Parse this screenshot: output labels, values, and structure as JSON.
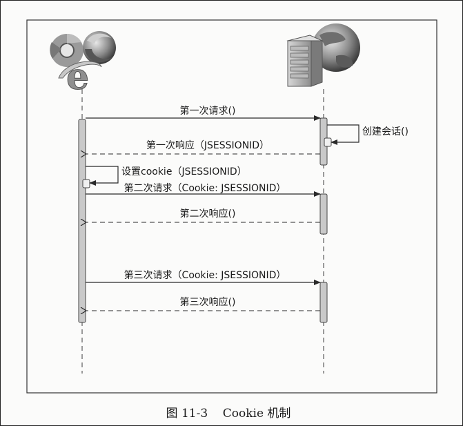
{
  "figure": {
    "caption": "图 11-3    Cookie 机制"
  },
  "participants": [
    {
      "id": "browser",
      "icons": [
        "chrome-icon",
        "firefox-icon",
        "internet-explorer-icon"
      ]
    },
    {
      "id": "server",
      "icons": [
        "server-tower-icon",
        "globe-icon"
      ]
    }
  ],
  "messages": [
    {
      "from": "browser",
      "to": "server",
      "kind": "request",
      "label": "第一次请求()"
    },
    {
      "from": "server",
      "to": "server",
      "kind": "self-call",
      "label": "创建会话()"
    },
    {
      "from": "server",
      "to": "browser",
      "kind": "response",
      "label": "第一次响应（JSESSIONID）"
    },
    {
      "from": "browser",
      "to": "browser",
      "kind": "self-call",
      "label": "设置cookie（JSESSIONID）"
    },
    {
      "from": "browser",
      "to": "server",
      "kind": "request",
      "label": "第二次请求（Cookie: JSESSIONID）"
    },
    {
      "from": "server",
      "to": "browser",
      "kind": "response",
      "label": "第二次响应()"
    },
    {
      "from": "browser",
      "to": "server",
      "kind": "request",
      "label": "第三次请求（Cookie: JSESSIONID）"
    },
    {
      "from": "server",
      "to": "browser",
      "kind": "response",
      "label": "第三次响应()"
    }
  ],
  "colors": {
    "line": "#3a3a3a",
    "activation_fill": "#c9c9c9",
    "frame": "#222222"
  }
}
